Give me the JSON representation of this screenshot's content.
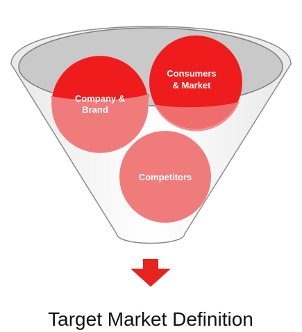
{
  "diagram": {
    "bubbles": [
      {
        "id": "company",
        "line1": "Company &",
        "line2": "Brand"
      },
      {
        "id": "consumers",
        "line1": "Consumers",
        "line2": "& Market"
      },
      {
        "id": "competitors",
        "line1": "Competitors",
        "line2": ""
      }
    ],
    "caption": "Target Market Definition"
  },
  "colors": {
    "funnel_outline": "#8a8a8a",
    "funnel_rim_fill": "#c9c9c9",
    "bubble_dark": "#ee1c1c",
    "bubble_light": "#f07b7b",
    "arrow": "#e8231d",
    "caption": "#111111"
  }
}
